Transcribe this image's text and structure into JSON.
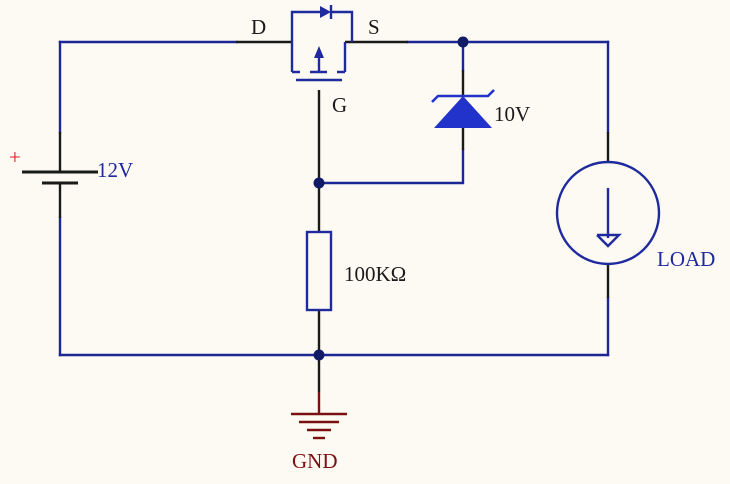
{
  "colors": {
    "background": "#fcfaf2",
    "wire": "#1c2694",
    "component": "#1f2a9e",
    "lead": "#1a1a1a",
    "junction": "#111a66",
    "zener_fill": "#2233cc",
    "plus": "#d81e1e",
    "ground": "#7a1010"
  },
  "labels": {
    "plus": "+",
    "battery": "12V",
    "drain": "D",
    "source": "S",
    "gate": "G",
    "zener": "10V",
    "resistor": "100KΩ",
    "load": "LOAD",
    "ground": "GND"
  }
}
